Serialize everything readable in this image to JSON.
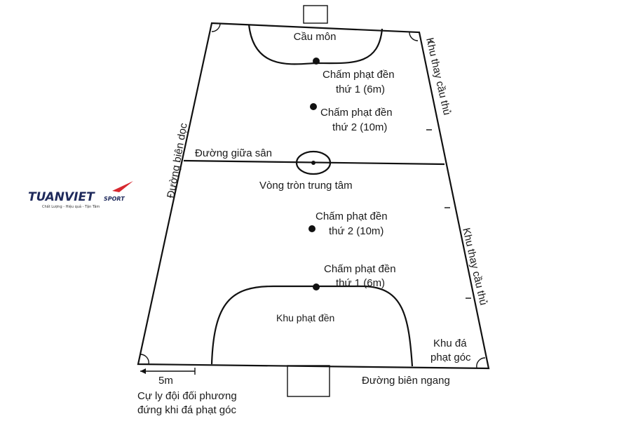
{
  "labels": {
    "goal": "Cầu môn",
    "penalty1_top_a": "Chấm phạt đền",
    "penalty1_top_b": "thứ 1 (6m)",
    "penalty2_top_a": "Chấm phạt đền",
    "penalty2_top_b": "thứ 2 (10m)",
    "midline": "Đường giữa sân",
    "center_circle": "Vòng tròn trung tâm",
    "penalty2_bottom_a": "Chấm phạt đền",
    "penalty2_bottom_b": "thứ 2 (10m)",
    "penalty1_bottom_a": "Chấm phạt đền",
    "penalty1_bottom_b": "thứ 1 (6m)",
    "penalty_area": "Khu phạt đền",
    "touchline": "Đường biên dọc",
    "sub_zone_top": "Khu thay cầu thủ",
    "sub_zone_bottom": "Khu thay cầu thủ",
    "corner_zone_a": "Khu đá",
    "corner_zone_b": "phạt góc",
    "goal_line": "Đường biên ngang",
    "distance": "5m",
    "corner_distance_a": "Cự ly đội đối phương",
    "corner_distance_b": "đứng khi đá phạt góc"
  },
  "logo": {
    "brand": "TUANVIETSPORT",
    "tagline": "Chất Lượng - Hiệu quả - Tận Tâm",
    "accent_color": "#d7282f",
    "brand_color": "#1f2a5c"
  }
}
